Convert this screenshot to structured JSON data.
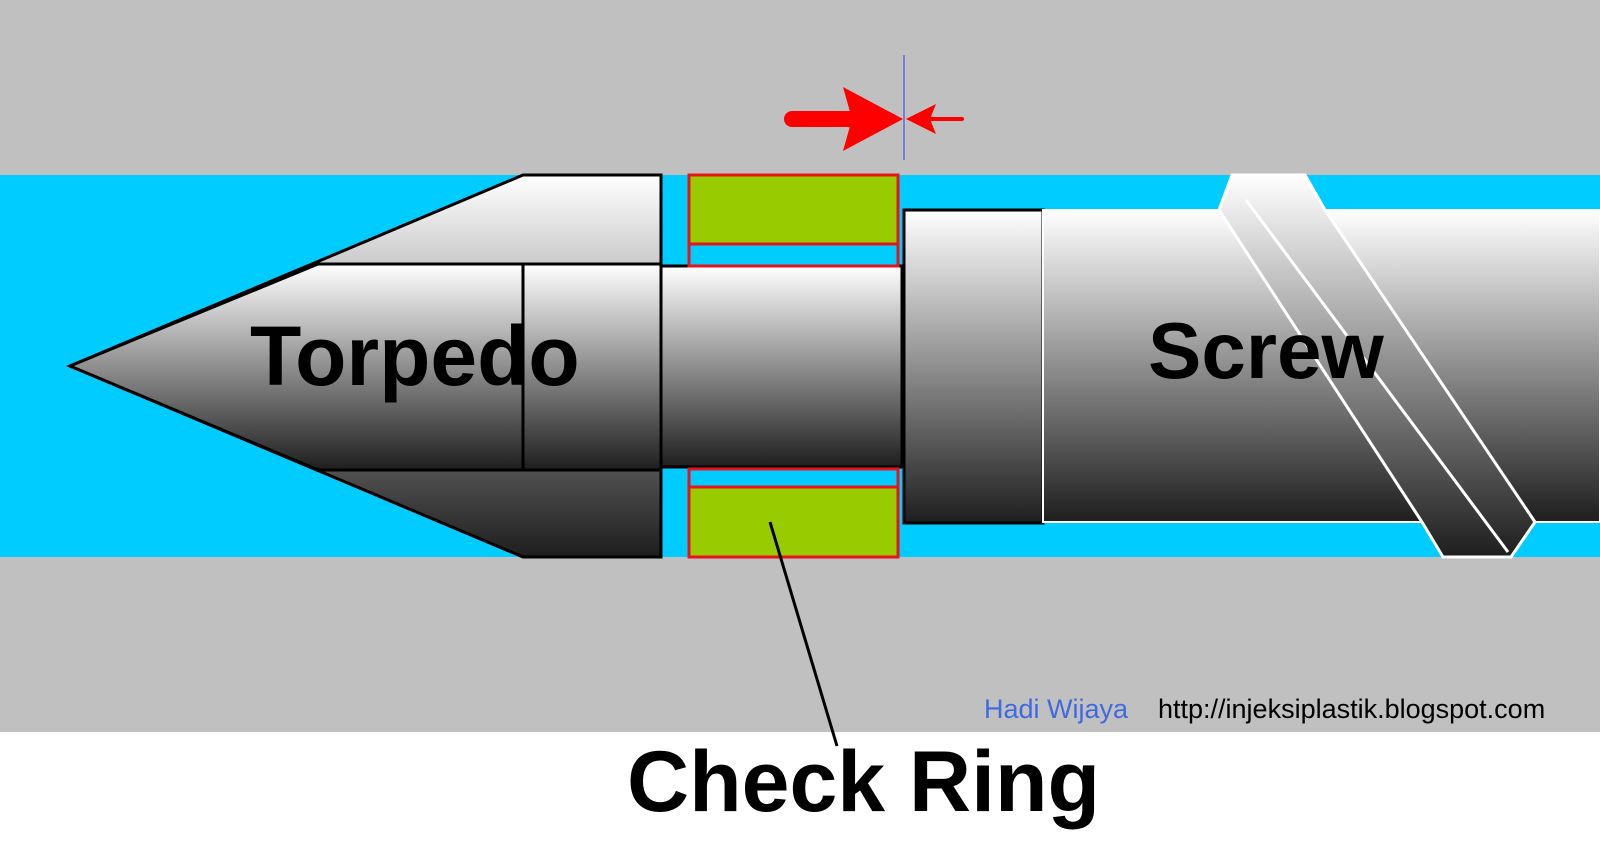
{
  "labels": {
    "torpedo": "Torpedo",
    "screw": "Screw",
    "check_ring": "Check Ring"
  },
  "credit": {
    "author": "Hadi Wijaya",
    "url": "http://injeksiplastik.blogspot.com"
  },
  "colors": {
    "barrel": "#c0c0c0",
    "melt_channel": "#00ccff",
    "check_ring": "#99cc00",
    "check_ring_outline": "#e8141c",
    "arrow": "#ff0000",
    "indicator_line": "#5b6ee1",
    "author_text": "#4169e1",
    "metal_light": "#ffffff",
    "metal_dark": "#1e1e1e",
    "outline": "#000000"
  },
  "icons": {
    "movement_arrow": "right-arrow-icon",
    "stop_arrow": "left-arrow-icon"
  }
}
